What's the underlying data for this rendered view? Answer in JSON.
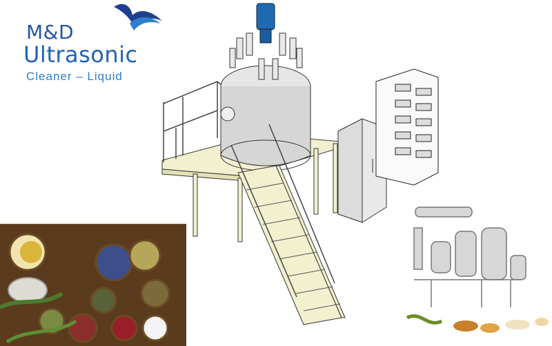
{
  "logo": {
    "line1": "M&D",
    "line2": "Ultrasonic",
    "line3": "Cleaner – Liquid"
  },
  "colors": {
    "brand_dark": "#1e3f8f",
    "brand_mid": "#2456a6",
    "brand_light": "#2f7fcf",
    "platform": "#f3f0cf",
    "steel": "#c9c9c9"
  },
  "images": {
    "main": "tank-platform-illustration",
    "left": "herbs-bowls-photo",
    "right": "extractor-equipment-photo"
  }
}
